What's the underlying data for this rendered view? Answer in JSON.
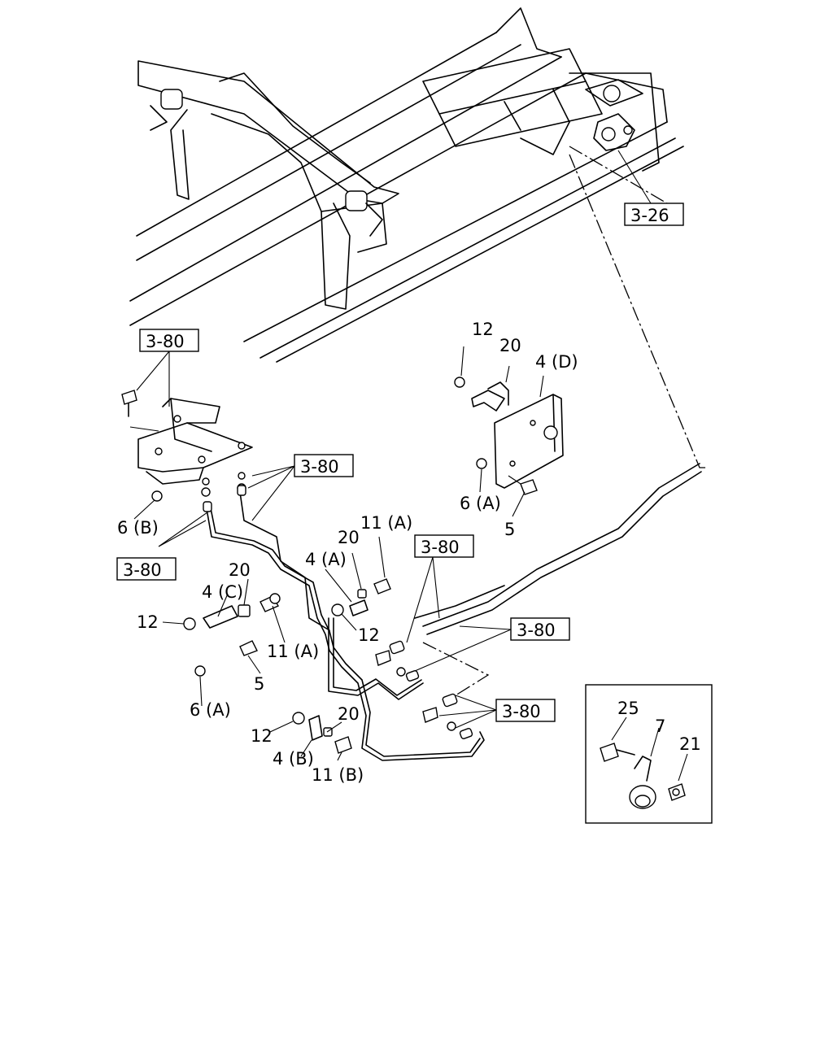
{
  "callouts": {
    "ref_3_26": "3-26",
    "ref_3_80": "3-80"
  },
  "labels": {
    "p12": "12",
    "p20": "20",
    "p4d": "4 (D)",
    "p6a": "6 (A)",
    "p5": "5",
    "p6b": "6 (B)",
    "p11a": "11 (A)",
    "p4a": "4 (A)",
    "p4c": "4 (C)",
    "p4b": "4 (B)",
    "p11b": "11 (B)",
    "p25": "25",
    "p7": "7",
    "p21": "21"
  }
}
